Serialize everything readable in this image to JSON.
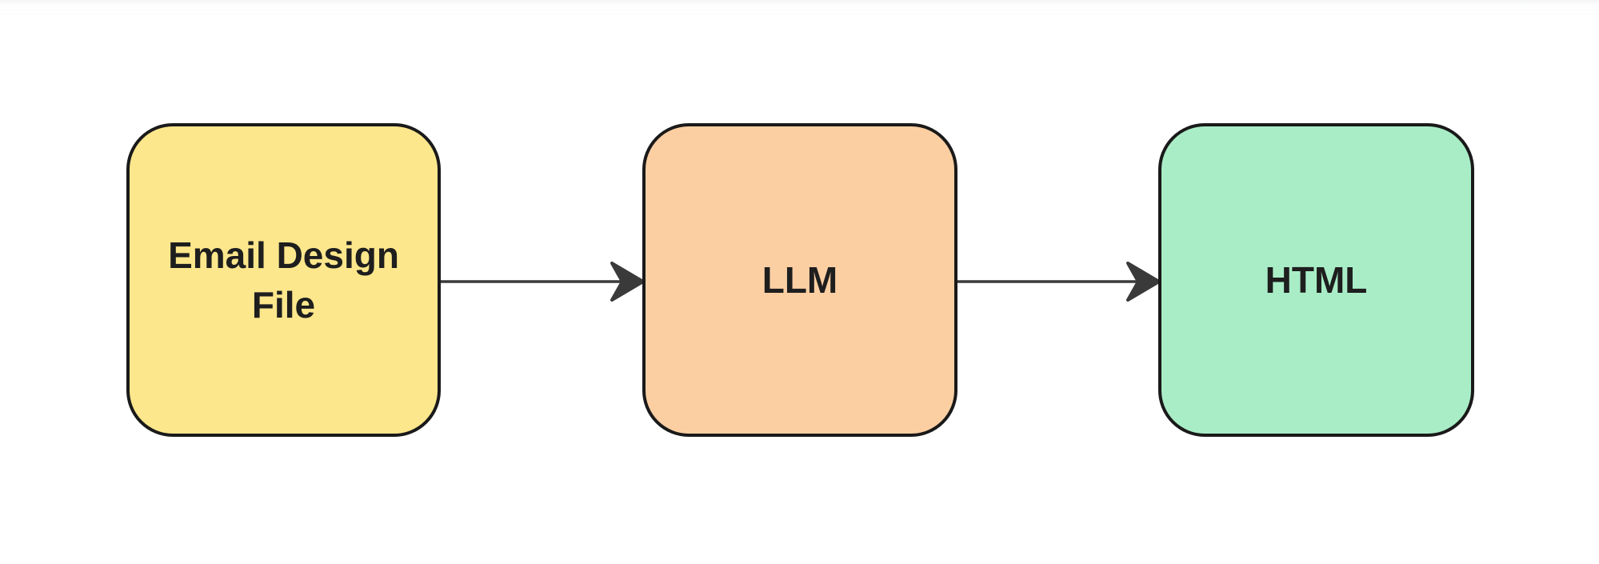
{
  "colors": {
    "canvas-bg": "#ffffff",
    "node-border": "#1a1a1a",
    "arrow": "#3a3a3a",
    "text": "#1e1e1e",
    "node-yellow": "#fce78c",
    "node-orange": "#fccfa3",
    "node-green": "#a9edc6"
  },
  "diagram": {
    "type": "flowchart-left-to-right",
    "nodes": [
      {
        "id": "email-design-file",
        "label": "Email Design File",
        "fill": "#fce78c"
      },
      {
        "id": "llm",
        "label": "LLM",
        "fill": "#fccfa3"
      },
      {
        "id": "html",
        "label": "HTML",
        "fill": "#a9edc6"
      }
    ],
    "connectors": [
      {
        "from": "email-design-file",
        "to": "llm",
        "style": "solid-line-dart-arrowhead"
      },
      {
        "from": "llm",
        "to": "html",
        "style": "solid-line-dart-arrowhead"
      }
    ]
  }
}
